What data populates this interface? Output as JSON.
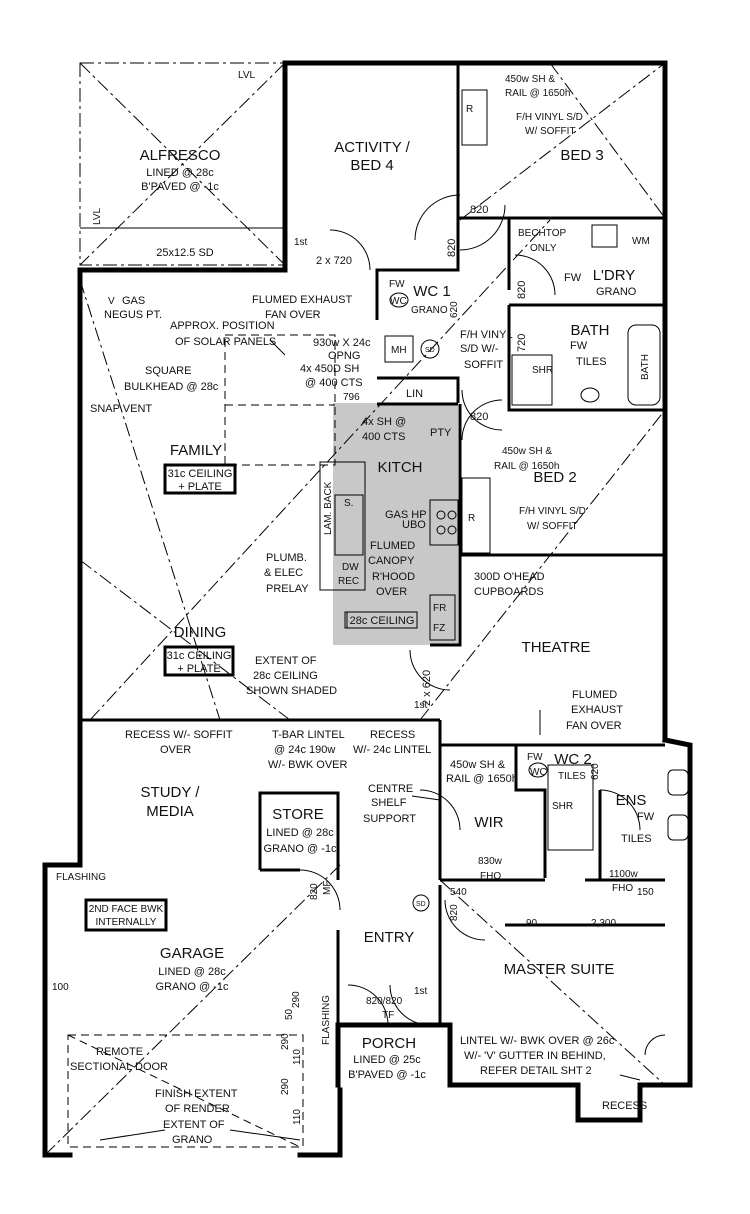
{
  "colors": {
    "walls": "#000000",
    "shaded_ceiling": "#c8c8c8",
    "background": "#ffffff"
  },
  "rooms": {
    "alfresco": {
      "name": "ALFRESCO",
      "l1": "LINED @ 28c",
      "l2": "B'PAVED @ -1c"
    },
    "activity": {
      "l1": "ACTIVITY /",
      "l2": "BED 4"
    },
    "bed3": "BED 3",
    "bed2": "BED 2",
    "family": "FAMILY",
    "kitch": "KITCH",
    "dining": "DINING",
    "theatre": "THEATRE",
    "study": {
      "l1": "STUDY /",
      "l2": "MEDIA"
    },
    "store": {
      "name": "STORE",
      "l1": "LINED @ 28c",
      "l2": "GRANO @ -1c"
    },
    "wir": "WIR",
    "ens": "ENS",
    "garage": {
      "name": "GARAGE",
      "l1": "LINED @ 28c",
      "l2": "GRANO @ -1c"
    },
    "entry": "ENTRY",
    "master": "MASTER SUITE",
    "porch": {
      "name": "PORCH",
      "l1": "LINED @ 25c",
      "l2": "B'PAVED @ -1c"
    },
    "bath": "BATH",
    "ldry": "L'DRY",
    "wc1": "WC 1",
    "wc2": "WC 2"
  },
  "notes": {
    "lvl": "LVL",
    "sd_alfresco": "25x12.5 SD",
    "first1": "1st",
    "door_2x720": "2 x 720",
    "bed3_sh": "450w SH &",
    "bed3_rail": "RAIL @ 1650h",
    "bed3_vinyl": "F/H VINYL S/D",
    "bed3_soffit": "W/ SOFFIT",
    "r": "R",
    "d820": "820",
    "bechtop": "BECHTOP",
    "only": "ONLY",
    "wm": "WM",
    "fw": "FW",
    "grano": "GRANO",
    "gas": "GAS",
    "negus": "NEGUS PT.",
    "flumed_exhaust": "FLUMED EXHAUST",
    "fan_over": "FAN OVER",
    "wc": "WC",
    "d620": "620",
    "solar1": "APPROX. POSITION",
    "solar2": "OF SOLAR PANELS",
    "opng1": "930w X 24c",
    "opng2": "OPNG",
    "opng3": "4x 450D SH",
    "opng4": "@ 400 CTS",
    "mh": "MH",
    "sd": "SD",
    "vinyl2a": "F/H VINYL",
    "vinyl2b": "S/D W/-",
    "vinyl2c": "SOFFIT",
    "tiles": "TILES",
    "d720": "720",
    "shr": "SHR",
    "bath_v": "BATH",
    "square1": "SQUARE",
    "square2": "BULKHEAD @ 28c",
    "snap": "SNAP VENT",
    "d796": "796",
    "lin": "LIN",
    "pty_sh1": "4x SH @",
    "pty_sh2": "400 CTS",
    "pty": "PTY",
    "ceil31a": "31c CEILING",
    "ceil31b": "+ PLATE",
    "lam": "LAM. BACK",
    "s": "S.",
    "gashp": "GAS HP",
    "ubo": "UBO",
    "flumed1": "FLUMED",
    "flumed2": "CANOPY",
    "flumed3": "R'HOOD",
    "flumed4": "OVER",
    "plumb1": "PLUMB.",
    "plumb2": "& ELEC",
    "plumb3": "PRELAY",
    "dw": "DW",
    "rec": "REC",
    "fr": "FR",
    "fz": "FZ",
    "ceil28": "28c CEILING",
    "cupb1": "300D O'HEAD",
    "cupb2": "CUPBOARDS",
    "bed2_sh": "450w SH &",
    "bed2_rail": "RAIL @ 1650h",
    "bed2_vinyl": "F/H VINYL S/D",
    "bed2_soffit": "W/ SOFFIT",
    "ext1": "EXTENT OF",
    "ext2": "28c CEILING",
    "ext3": "SHOWN SHADED",
    "d2x620": "2 x 620",
    "fe1": "FLUMED",
    "fe2": "EXHAUST",
    "fe3": "FAN OVER",
    "recess1": "RECESS W/- SOFFIT",
    "recess2": "OVER",
    "tbar1": "T-BAR LINTEL",
    "tbar2": "@ 24c 190w",
    "tbar3": "W/- BWK OVER",
    "recess3": "RECESS",
    "recess4": "W/- 24c LINTEL",
    "wir_sh1": "450w SH &",
    "wir_sh2": "RAIL @ 1650h",
    "centre1": "CENTRE",
    "centre2": "SHELF",
    "centre3": "SUPPORT",
    "d830": "830w",
    "fho": "FHO",
    "d1100": "1100w",
    "d150": "150",
    "d540": "540",
    "d90": "90",
    "d2300": "2,300",
    "mf": "MF",
    "flashing": "FLASHING",
    "bwk1": "2ND FACE BWK",
    "bwk2": "INTERNALLY",
    "d100": "100",
    "d290": "290",
    "d50": "50",
    "d110": "110",
    "d820_820": "820/820",
    "tf": "TF",
    "remote1": "REMOTE",
    "remote2": "SECTIONAL DOOR",
    "finish1": "FINISH EXTENT",
    "finish2": "OF RENDER",
    "extent1": "EXTENT OF",
    "extent2": "GRANO",
    "lintel1": "LINTEL W/- BWK OVER @ 26c",
    "lintel2": "W/- 'V' GUTTER IN BEHIND,",
    "lintel3": "REFER DETAIL SHT 2",
    "recess5": "RECESS",
    "v": "V"
  }
}
